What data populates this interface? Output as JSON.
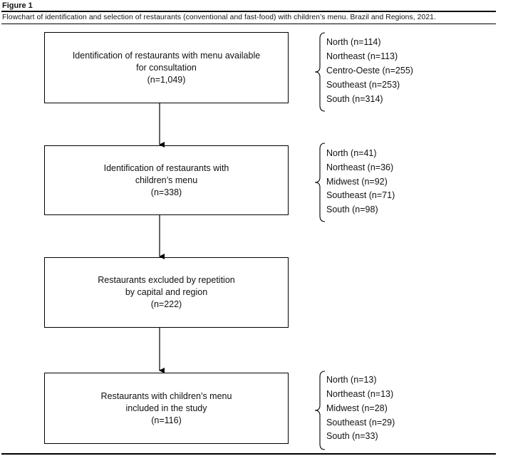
{
  "figure": {
    "label": "Figure 1",
    "caption": "Flowchart of identification and selection of restaurants (conventional and fast-food) with children’s menu. Brazil and Regions, 2021."
  },
  "steps": [
    {
      "lines": [
        "Identification of restaurants with menu available",
        "for consultation",
        "(n=1,049)"
      ],
      "regions": [
        "North (n=114)",
        "Northeast (n=113)",
        "Centro-Oeste (n=255)",
        "Southeast (n=253)",
        "South (n=314)"
      ]
    },
    {
      "lines": [
        "Identification of restaurants with",
        "children’s menu",
        "(n=338)"
      ],
      "regions": [
        "North (n=41)",
        "Northeast (n=36)",
        "Midwest (n=92)",
        "Southeast (n=71)",
        "South (n=98)"
      ]
    },
    {
      "lines": [
        "Restaurants excluded by repetition",
        "by capital and region",
        "(n=222)"
      ],
      "regions": []
    },
    {
      "lines": [
        "Restaurants with children’s menu",
        "included in the study",
        "(n=116)"
      ],
      "regions": [
        "North (n=13)",
        "Northeast (n=13)",
        "Midwest (n=28)",
        "Southeast (n=29)",
        "South (n=33)"
      ]
    }
  ]
}
